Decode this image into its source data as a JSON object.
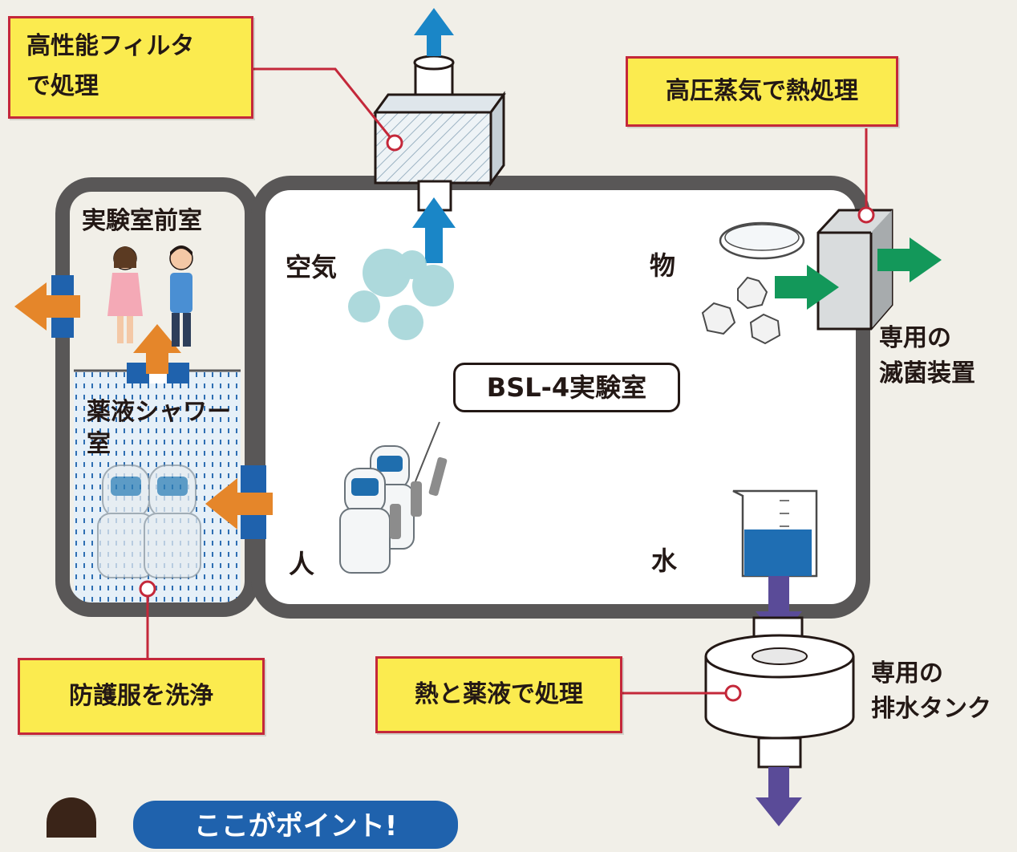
{
  "labels": {
    "filter_line1": "高性能フィルタ",
    "filter_line2": "で処理",
    "autoclave": "高圧蒸気で熱処理",
    "anteroom": "実験室前室",
    "air": "空気",
    "objects": "物",
    "sterilizer_line1": "専用の",
    "sterilizer_line2": "滅菌装置",
    "lab": "BSL-4実験室",
    "shower_line1": "薬液シャワー",
    "shower_line2": "室",
    "person": "人",
    "water": "水",
    "wash_suit": "防護服を洗浄",
    "heat_chemical": "熱と薬液で処理",
    "tank_line1": "専用の",
    "tank_line2": "排水タンク",
    "point": "ここがポイント!"
  },
  "colors": {
    "wall": "#595757",
    "box_fill": "#fbeb4f",
    "box_border": "#c4283a",
    "air_arrow": "#1a86c7",
    "exit_arrow": "#e5862a",
    "object_arrow": "#13985a",
    "water_arrow": "#5a4b98",
    "door": "#1f62ad",
    "shower_dots": "#2f6fb3",
    "point_badge": "#1f62ad"
  },
  "icons": [
    "filter-icon",
    "petri-dish-icon",
    "waste-icon",
    "beaker-icon",
    "drain-tank-icon",
    "person-icon",
    "protective-suit-icon",
    "cloud-icon"
  ]
}
